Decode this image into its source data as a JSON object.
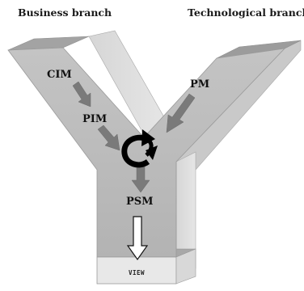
{
  "branches": {
    "business": "Business branch",
    "technological": "Technological branch"
  },
  "models": {
    "cim": "CIM",
    "pim": "PIM",
    "pm": "PM",
    "psm": "PSM"
  },
  "view_label": "VIEW",
  "colors": {
    "front_face": "#b8b8b8",
    "side_face": "#dcdcdc",
    "top_face": "#9a9a9a",
    "arrow": "#777777",
    "cycle_icon": "#000000"
  }
}
